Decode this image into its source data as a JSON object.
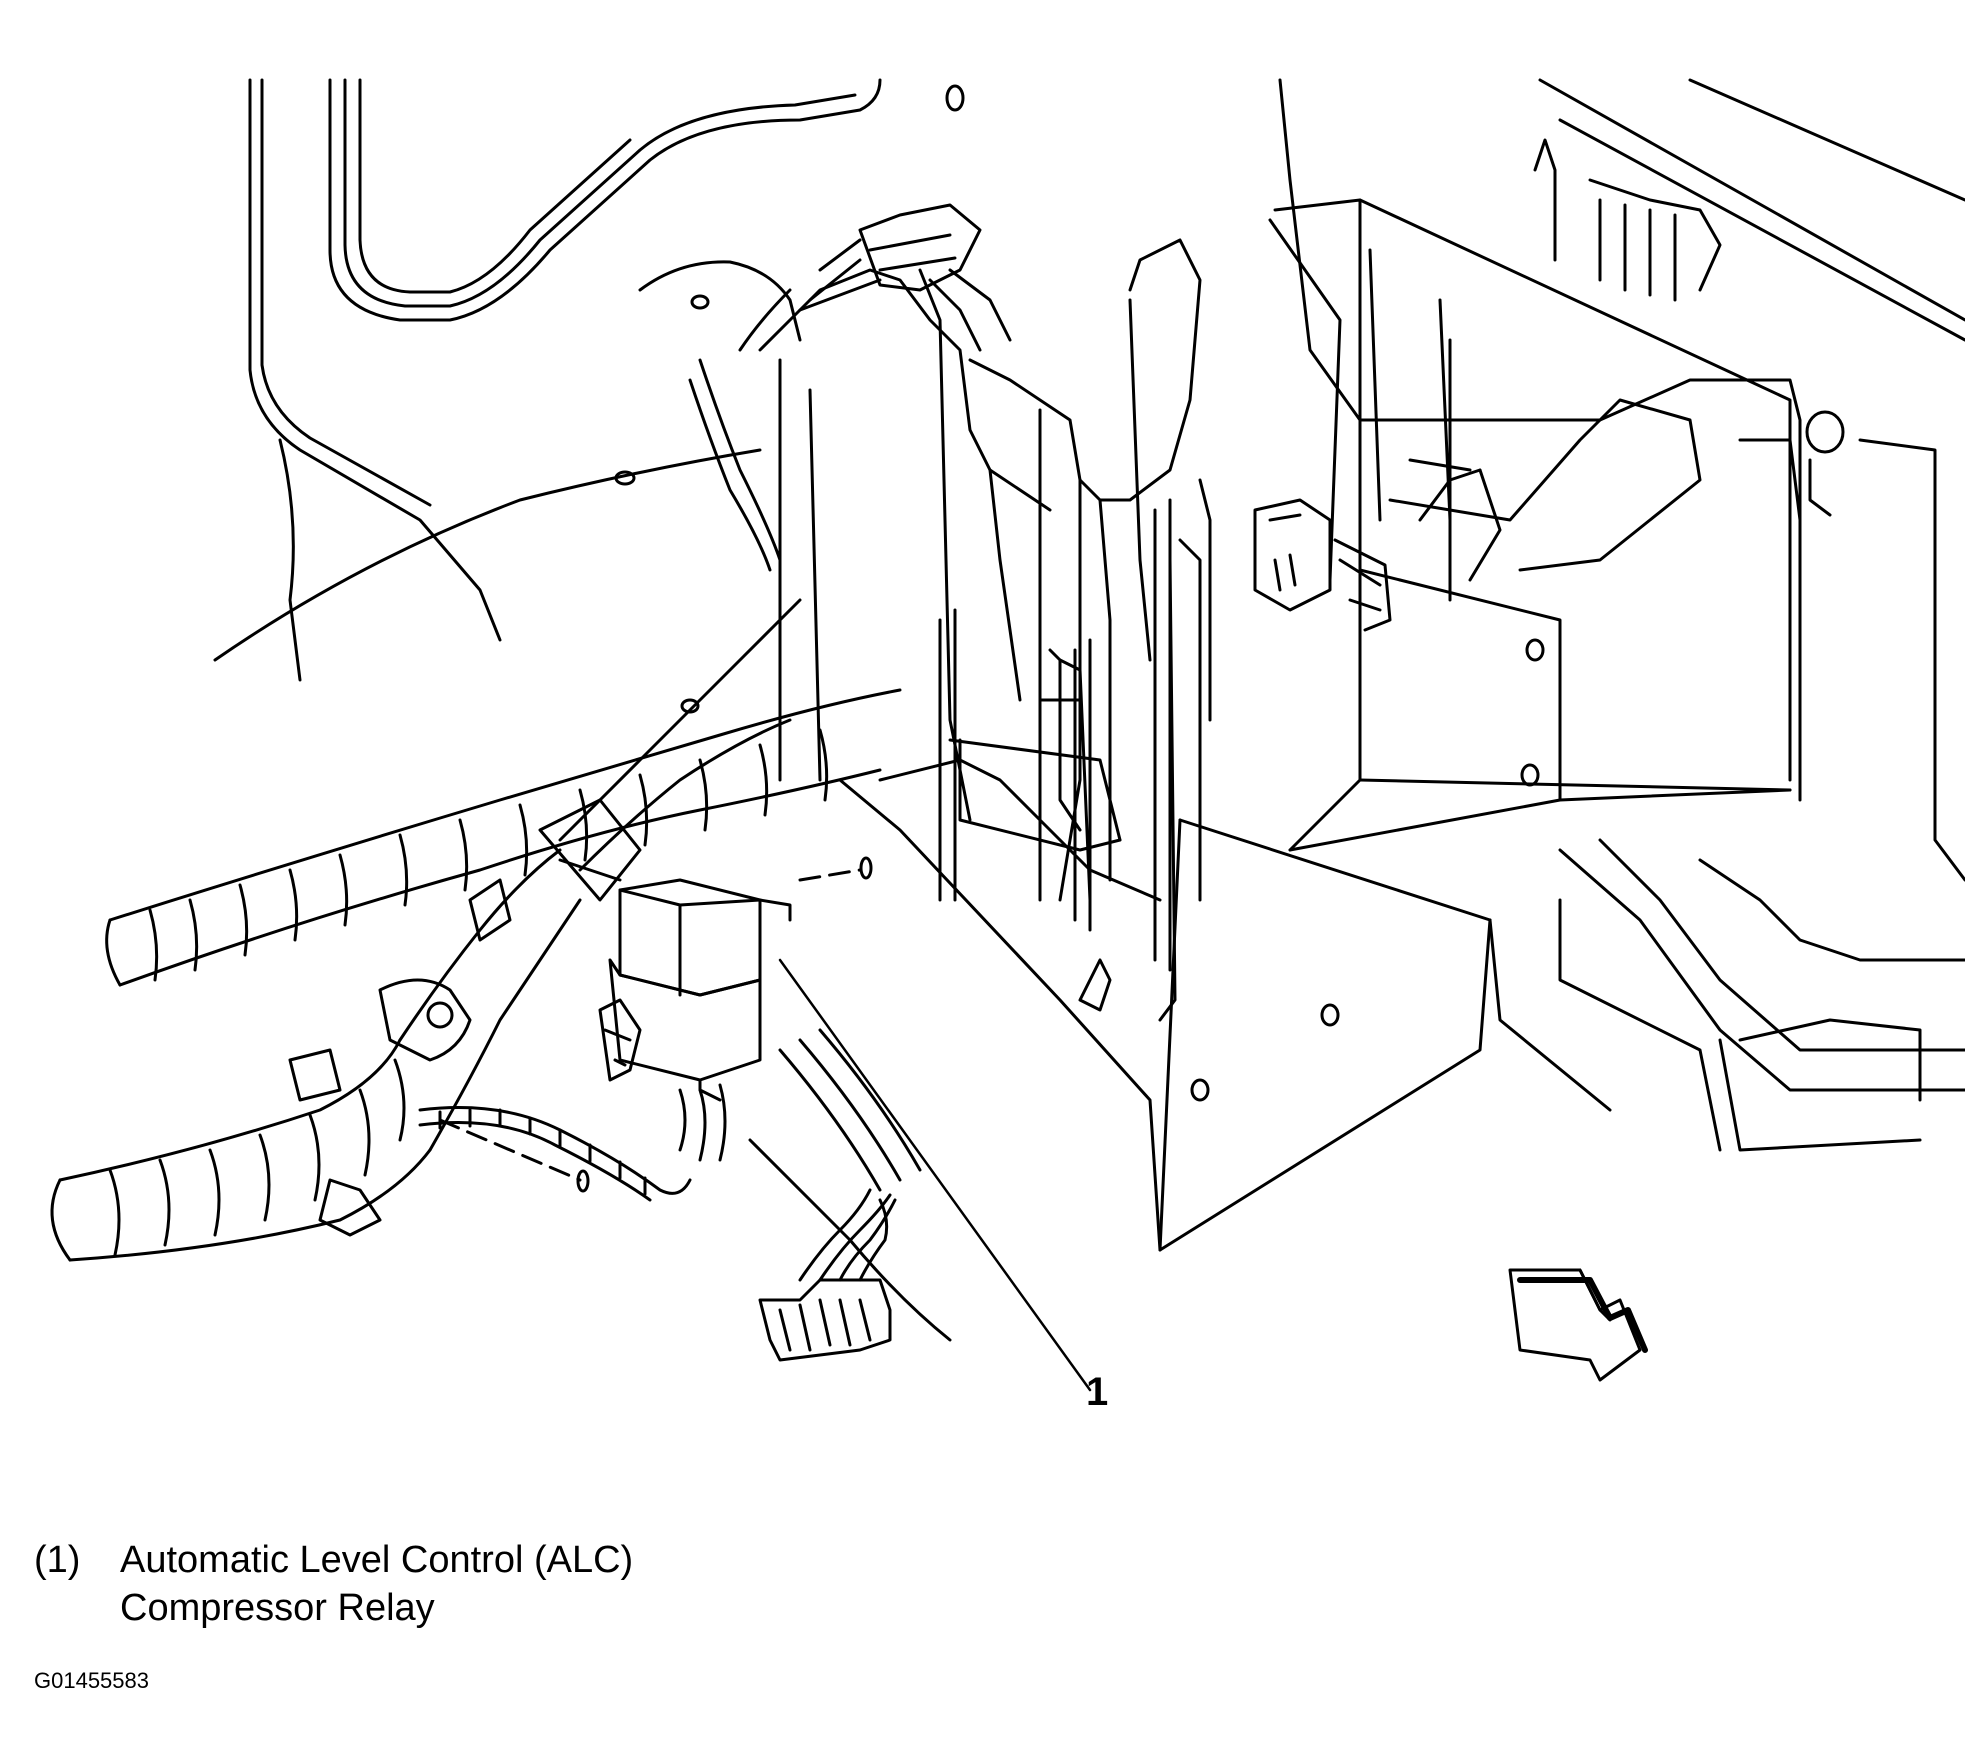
{
  "callouts": [
    {
      "number": "1"
    }
  ],
  "legend": [
    {
      "number": "(1)",
      "text": "Automatic Level Control (ALC) Compressor Relay"
    }
  ],
  "figure_id": "G01455583",
  "colors": {
    "line": "#000000",
    "background": "#ffffff"
  },
  "icons": {
    "orientation_arrow": "arrow-forward-icon"
  }
}
